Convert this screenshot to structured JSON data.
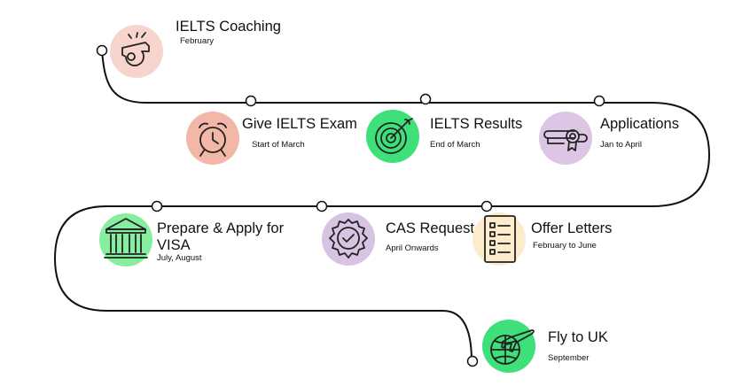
{
  "steps": [
    {
      "title": "IELTS Coaching",
      "subtitle": "February",
      "icon": "whistle-icon",
      "color": "#f8d5cc"
    },
    {
      "title": "Give IELTS Exam",
      "subtitle": "Start of March",
      "icon": "alarm-clock-icon",
      "color": "#f2b7a7"
    },
    {
      "title": "IELTS Results",
      "subtitle": "End of March",
      "icon": "target-icon",
      "color": "#3ee07a"
    },
    {
      "title": "Applications",
      "subtitle": "Jan to April",
      "icon": "diploma-icon",
      "color": "#dcc5e5"
    },
    {
      "title": "Prepare & Apply for",
      "title_line2": "VISA",
      "subtitle": "July, August",
      "icon": "bank-icon",
      "color": "#86ef9f"
    },
    {
      "title": "CAS Request",
      "subtitle": "April Onwards",
      "icon": "approved-badge-icon",
      "color": "#d9c3e3"
    },
    {
      "title": "Offer Letters",
      "subtitle": "February to June",
      "icon": "checklist-icon",
      "color": "#fdeccb"
    },
    {
      "title": "Fly to UK",
      "subtitle": "September",
      "icon": "plane-globe-icon",
      "color": "#3ee07a"
    }
  ],
  "path_color": "#111111"
}
